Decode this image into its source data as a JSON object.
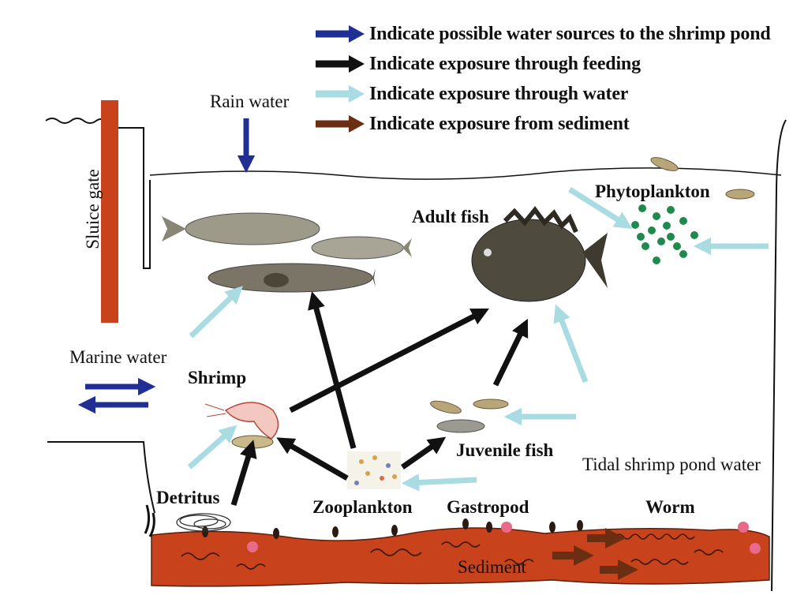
{
  "legend": [
    {
      "label": "Indicate possible water sources to the shrimp pond",
      "color": "#1f2f94",
      "icon": "blue-arrow"
    },
    {
      "label": "Indicate exposure through feeding",
      "color": "#111111",
      "icon": "black-arrow"
    },
    {
      "label": "Indicate exposure through water",
      "color": "#a9dbe3",
      "icon": "light-blue-arrow"
    },
    {
      "label": "Indicate exposure from sediment",
      "color": "#6b2e12",
      "icon": "brown-arrow"
    }
  ],
  "labels": {
    "rain_water": "Rain water",
    "sluice_gate": "Sluice gate",
    "marine_water": "Marine water",
    "shrimp": "Shrimp",
    "adult_fish": "Adult fish",
    "phytoplankton": "Phytoplankton",
    "juvenile_fish": "Juvenile fish",
    "tidal_water": "Tidal shrimp pond water",
    "detritus": "Detritus",
    "zooplankton": "Zooplankton",
    "gastropod": "Gastropod",
    "worm": "Worm",
    "sediment": "Sediment"
  },
  "colors": {
    "sediment": "#c8431c",
    "sluice": "#c8431c",
    "phyto": "#1f8a4c",
    "fish": "#8c8a7c"
  }
}
